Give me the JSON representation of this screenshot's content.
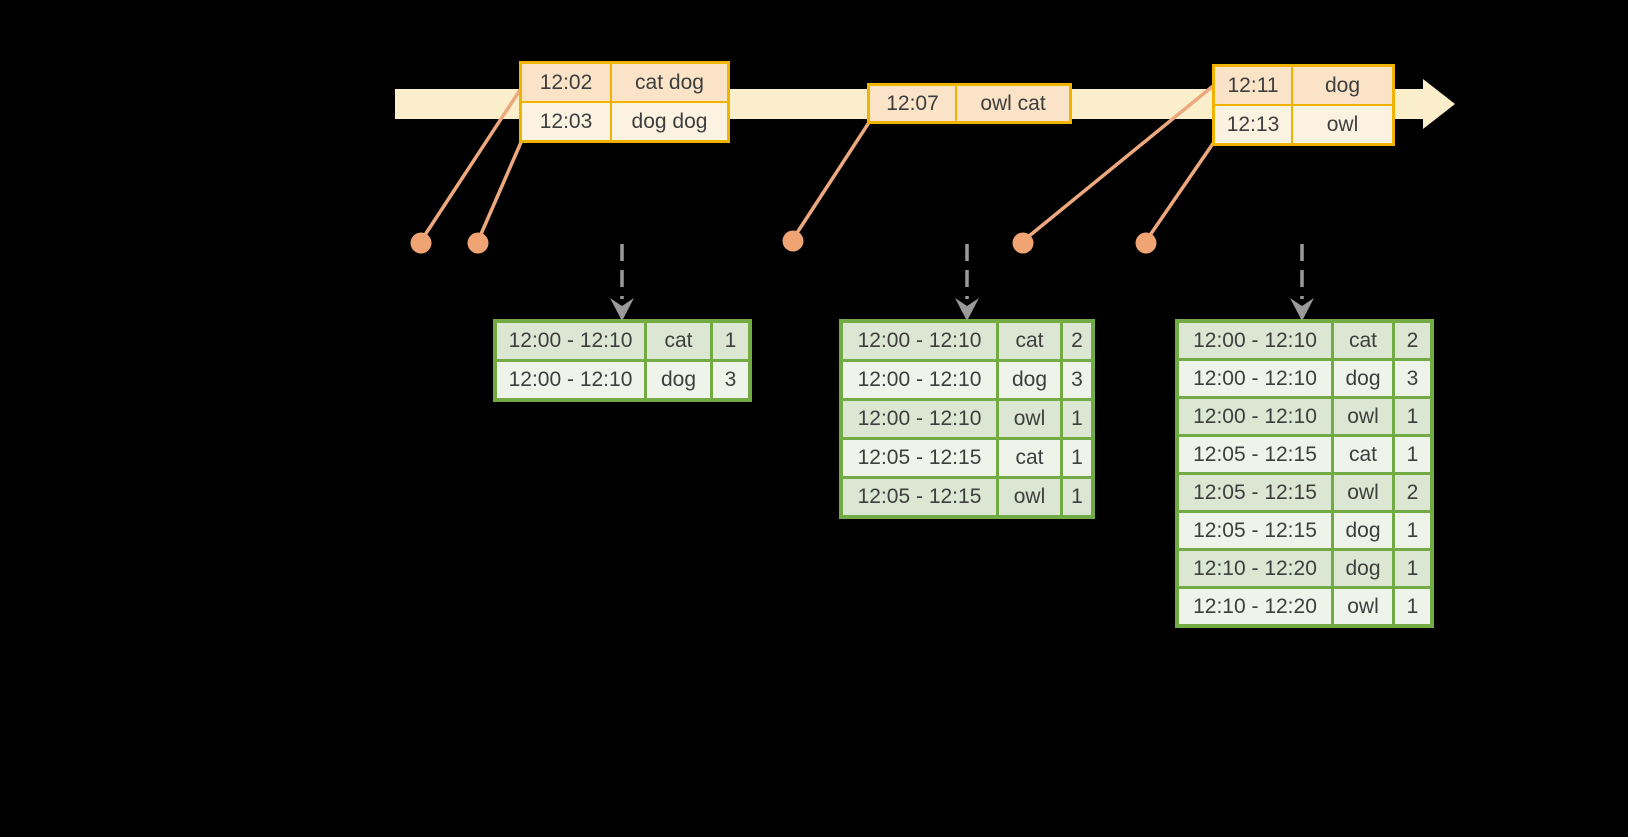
{
  "diagram": "streaming windowed word counts",
  "colors": {
    "background": "#000000",
    "timeline_band": "#fbefcb",
    "event_border": "#f0b400",
    "event_row_dark": "#fae3c7",
    "event_row_light": "#fcf2e2",
    "result_border": "#72ab43",
    "result_row_dark": "#dbe7d2",
    "result_row_light": "#eff4eb",
    "connector": "#eda87e",
    "marker_dot": "#f0a474",
    "dashed_arrow": "#9a9a9a",
    "text": "#3e3e3e"
  },
  "timeline": {
    "events": [
      {
        "rows": [
          {
            "time": "12:02",
            "words": "cat dog"
          },
          {
            "time": "12:03",
            "words": "dog dog"
          }
        ]
      },
      {
        "rows": [
          {
            "time": "12:07",
            "words": "owl cat"
          }
        ]
      },
      {
        "rows": [
          {
            "time": "12:11",
            "words": "dog"
          },
          {
            "time": "12:13",
            "words": "owl"
          }
        ]
      }
    ]
  },
  "results": [
    {
      "rows": [
        {
          "window": "12:00 - 12:10",
          "word": "cat",
          "count": "1"
        },
        {
          "window": "12:00 - 12:10",
          "word": "dog",
          "count": "3"
        }
      ]
    },
    {
      "rows": [
        {
          "window": "12:00 - 12:10",
          "word": "cat",
          "count": "2"
        },
        {
          "window": "12:00 - 12:10",
          "word": "dog",
          "count": "3"
        },
        {
          "window": "12:00 - 12:10",
          "word": "owl",
          "count": "1"
        },
        {
          "window": "12:05 - 12:15",
          "word": "cat",
          "count": "1"
        },
        {
          "window": "12:05 - 12:15",
          "word": "owl",
          "count": "1"
        }
      ]
    },
    {
      "rows": [
        {
          "window": "12:00 - 12:10",
          "word": "cat",
          "count": "2"
        },
        {
          "window": "12:00 - 12:10",
          "word": "dog",
          "count": "3"
        },
        {
          "window": "12:00 - 12:10",
          "word": "owl",
          "count": "1"
        },
        {
          "window": "12:05 - 12:15",
          "word": "cat",
          "count": "1"
        },
        {
          "window": "12:05 - 12:15",
          "word": "owl",
          "count": "2"
        },
        {
          "window": "12:05 - 12:15",
          "word": "dog",
          "count": "1"
        },
        {
          "window": "12:10 - 12:20",
          "word": "dog",
          "count": "1"
        },
        {
          "window": "12:10 - 12:20",
          "word": "owl",
          "count": "1"
        }
      ]
    }
  ]
}
